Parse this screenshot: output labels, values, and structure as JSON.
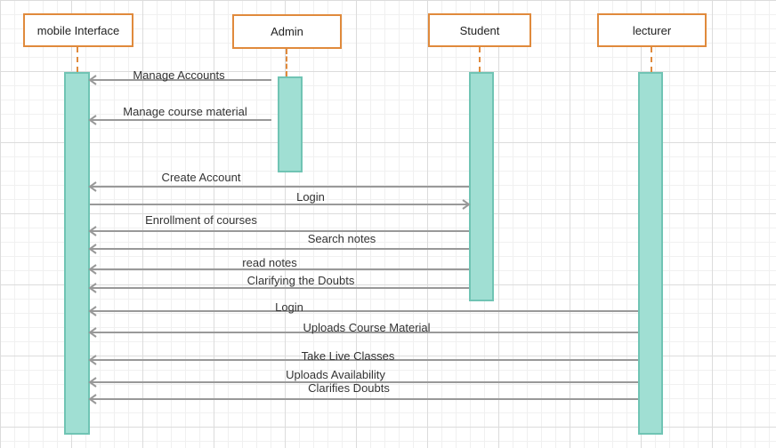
{
  "actors": {
    "mobile": "mobile Interface",
    "admin": "Admin",
    "student": "Student",
    "lecturer": "lecturer"
  },
  "messages": [
    {
      "from": "admin",
      "to": "mobile",
      "label": "Manage Accounts"
    },
    {
      "from": "admin",
      "to": "mobile",
      "label": "Manage course material"
    },
    {
      "from": "student",
      "to": "mobile",
      "label": "Create Account"
    },
    {
      "from": "mobile",
      "to": "student",
      "label": "Login"
    },
    {
      "from": "student",
      "to": "mobile",
      "label": "Enrollment of courses"
    },
    {
      "from": "student",
      "to": "mobile",
      "label": "Search notes"
    },
    {
      "from": "student",
      "to": "mobile",
      "label": "read notes"
    },
    {
      "from": "student",
      "to": "mobile",
      "label": "Clarifying the Doubts"
    },
    {
      "from": "lecturer",
      "to": "mobile",
      "label": "Login"
    },
    {
      "from": "lecturer",
      "to": "mobile",
      "label": "Uploads Course Material"
    },
    {
      "from": "lecturer",
      "to": "mobile",
      "label": "Take Live Classes"
    },
    {
      "from": "lecturer",
      "to": "mobile",
      "label": "Uploads Availability"
    },
    {
      "from": "lecturer",
      "to": "mobile",
      "label": "Clarifies Doubts"
    }
  ],
  "colors": {
    "actor_border": "#e08a3c",
    "activation_fill": "#a0dfd3",
    "activation_border": "#70c4b4",
    "arrow": "#999999"
  }
}
